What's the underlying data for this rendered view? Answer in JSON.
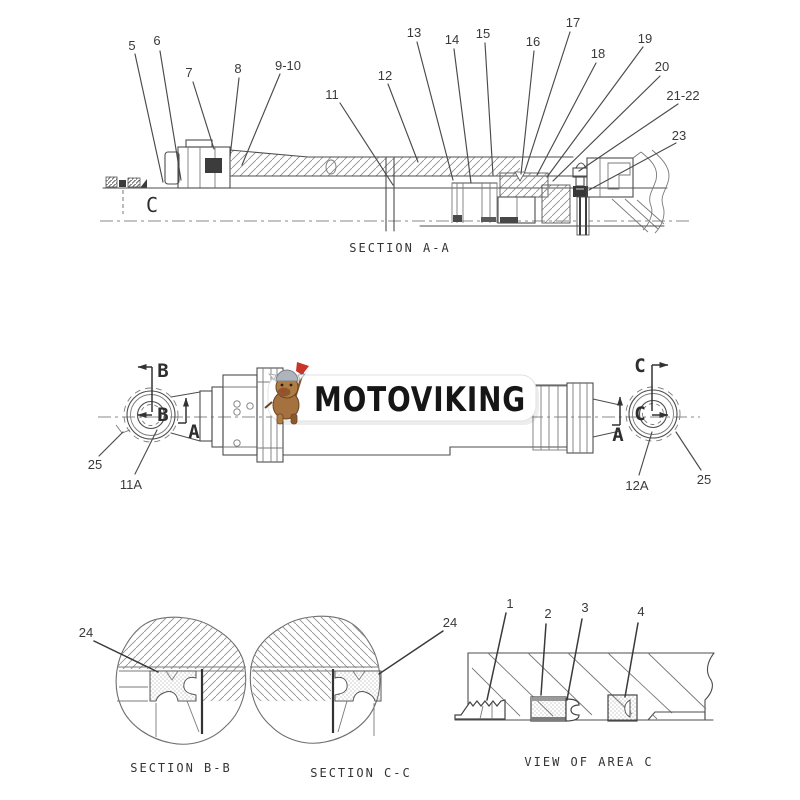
{
  "watermark": {
    "brand_name": "MOTOVIKING",
    "mascot": "viking-dog-with-axe"
  },
  "section_aa": {
    "title": "SECTION A-A",
    "area_label": "C",
    "callouts": [
      "5",
      "6",
      "7",
      "8",
      "9-10",
      "11",
      "12",
      "13",
      "14",
      "15",
      "16",
      "17",
      "18",
      "19",
      "20",
      "21-22",
      "23"
    ]
  },
  "assembly": {
    "section_b_marker": "B",
    "section_c_marker": "C",
    "view_a_marker": "A",
    "callout_25": "25",
    "callout_11a": "11A",
    "callout_12a": "12A"
  },
  "section_bb": {
    "title": "SECTION B-B",
    "callout_24": "24"
  },
  "section_cc": {
    "title": "SECTION C-C",
    "callout_24": "24"
  },
  "view_area_c": {
    "title": "VIEW OF AREA C",
    "callouts": [
      "1",
      "2",
      "3",
      "4"
    ]
  },
  "colors": {
    "line": "#4d4d4d",
    "label": "#3a3a3a",
    "brand_text": "#161616",
    "mascot_red": "#c9342a",
    "mascot_brown": "#a5713f",
    "helmet_gray": "#aeb4bb"
  }
}
